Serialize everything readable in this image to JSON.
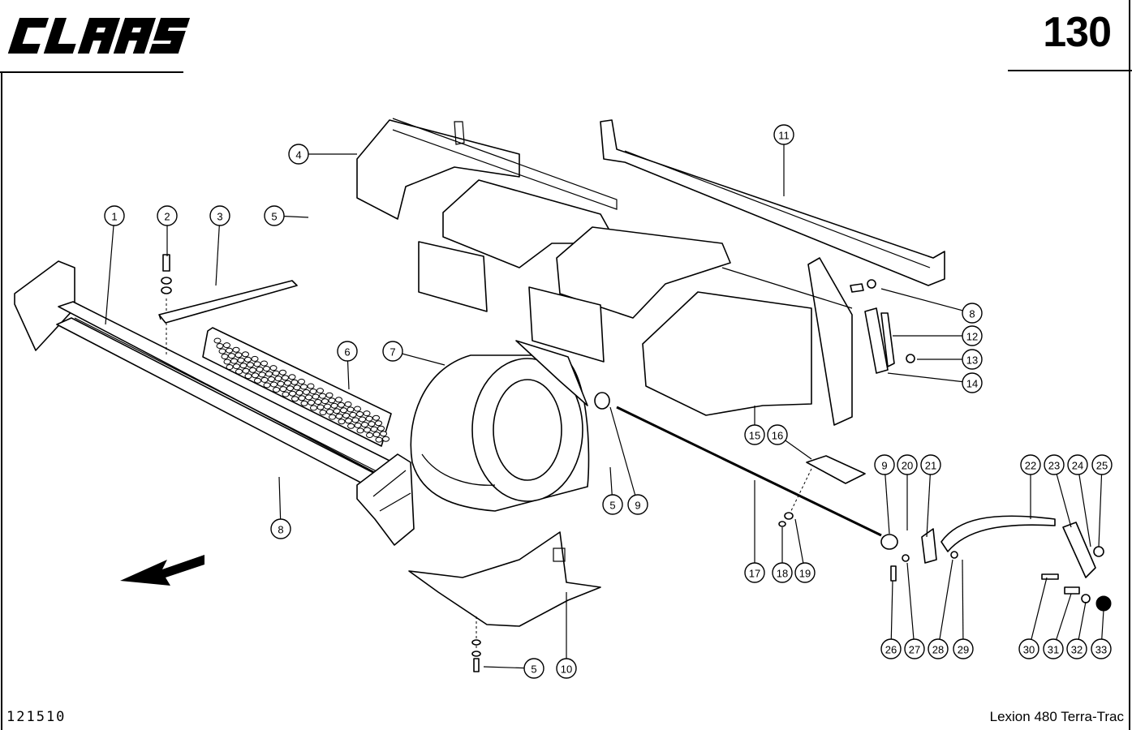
{
  "header": {
    "brand": "CLAAS",
    "page_number": "130"
  },
  "footer": {
    "drawing_id": "121510",
    "model": "Lexion 480 Terra-Trac"
  },
  "callouts": [
    {
      "id": "c1",
      "text": "1"
    },
    {
      "id": "c2",
      "text": "2"
    },
    {
      "id": "c3",
      "text": "3"
    },
    {
      "id": "c4",
      "text": "4"
    },
    {
      "id": "c5a",
      "text": "5"
    },
    {
      "id": "c6",
      "text": "6"
    },
    {
      "id": "c7",
      "text": "7"
    },
    {
      "id": "c8a",
      "text": "8"
    },
    {
      "id": "c5b",
      "text": "5"
    },
    {
      "id": "c9a",
      "text": "9"
    },
    {
      "id": "c10",
      "text": "10"
    },
    {
      "id": "c5c",
      "text": "5"
    },
    {
      "id": "c11",
      "text": "11"
    },
    {
      "id": "c8b",
      "text": "8"
    },
    {
      "id": "c12",
      "text": "12"
    },
    {
      "id": "c13",
      "text": "13"
    },
    {
      "id": "c14",
      "text": "14"
    },
    {
      "id": "c15",
      "text": "15"
    },
    {
      "id": "c16",
      "text": "16"
    },
    {
      "id": "c17",
      "text": "17"
    },
    {
      "id": "c18",
      "text": "18"
    },
    {
      "id": "c19",
      "text": "19"
    },
    {
      "id": "c9b",
      "text": "9"
    },
    {
      "id": "c20",
      "text": "20"
    },
    {
      "id": "c21",
      "text": "21"
    },
    {
      "id": "c22",
      "text": "22"
    },
    {
      "id": "c23",
      "text": "23"
    },
    {
      "id": "c24",
      "text": "24"
    },
    {
      "id": "c25",
      "text": "25"
    },
    {
      "id": "c26",
      "text": "26"
    },
    {
      "id": "c27",
      "text": "27"
    },
    {
      "id": "c28",
      "text": "28"
    },
    {
      "id": "c29",
      "text": "29"
    },
    {
      "id": "c30",
      "text": "30"
    },
    {
      "id": "c31",
      "text": "31"
    },
    {
      "id": "c32",
      "text": "32"
    },
    {
      "id": "c33",
      "text": "33"
    }
  ]
}
